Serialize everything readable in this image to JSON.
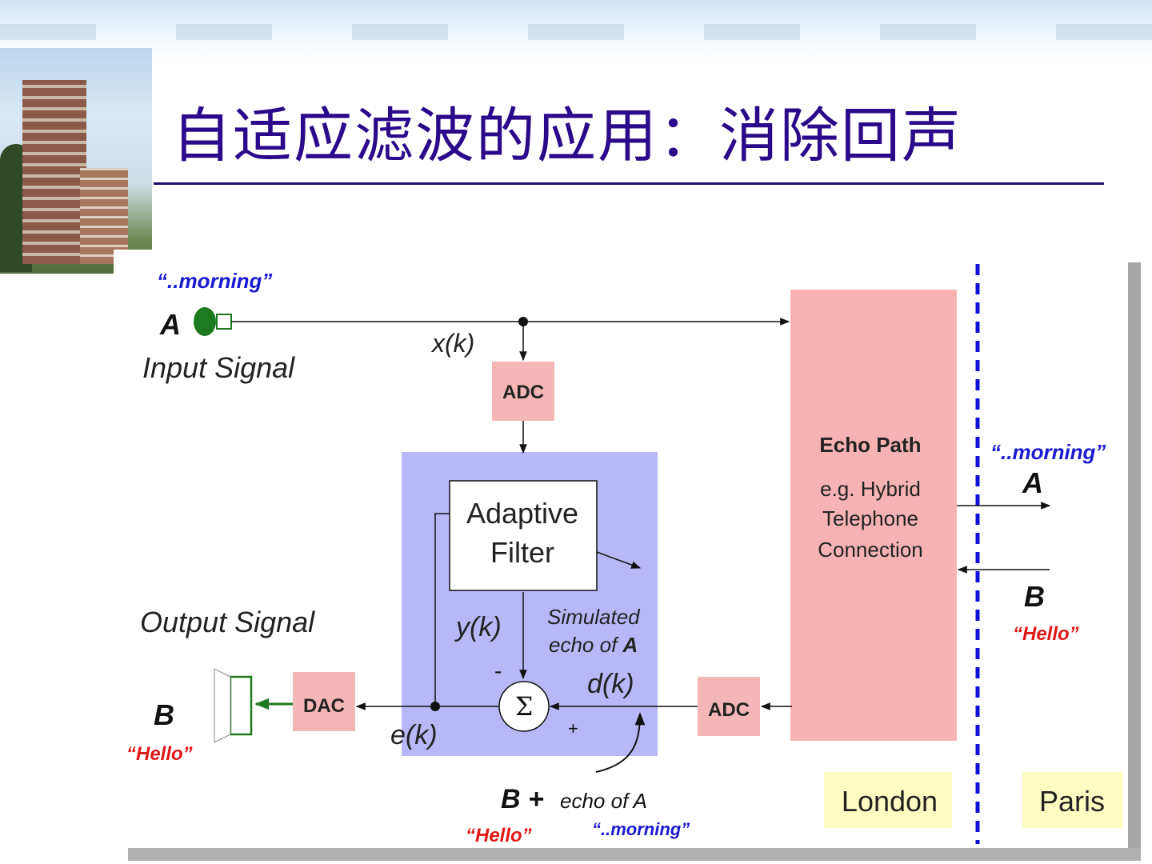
{
  "slide": {
    "title": "自适应滤波的应用：消除回声"
  },
  "diagram": {
    "input_quote": "“..morning”",
    "input_letter": "A",
    "input_signal_label": "Input Signal",
    "x_label": "x(k)",
    "adc_top": "ADC",
    "adaptive_filter_line1": "Adaptive",
    "adaptive_filter_line2": "Filter",
    "y_label": "y(k)",
    "simulated_line1": "Simulated",
    "simulated_line2_prefix": "echo of ",
    "simulated_line2_bold": "A",
    "minus_sign": "-",
    "plus_sign": "+",
    "sigma": "Σ",
    "d_label": "d(k)",
    "e_label": "e(k)",
    "adc_bottom": "ADC",
    "dac": "DAC",
    "output_signal_label": "Output Signal",
    "output_letter": "B",
    "output_quote": "“Hello”",
    "bottom_b_plus": "B +",
    "bottom_echo": "echo of A",
    "bottom_hello": "“Hello”",
    "bottom_morning": "“..morning”",
    "echo_path_title": "Echo Path",
    "echo_path_line1": "e.g. Hybrid",
    "echo_path_line2": "Telephone",
    "echo_path_line3": "Connection",
    "paris_quote": "“..morning”",
    "paris_letter_a": "A",
    "paris_letter_b": "B",
    "paris_hello": "“Hello”",
    "london": "London",
    "paris": "Paris"
  },
  "colors": {
    "title": "#2a0a8a",
    "adc_fill": "#f4b6b6",
    "echo_path_fill": "#f7b3b3",
    "filter_region": "#b8b8f8",
    "city_fill": "#fdfdc2",
    "blue_text": "#1a1ad0",
    "red_text": "#e01818",
    "divider": "#1010d8",
    "mic_green": "#1e7a1e"
  }
}
